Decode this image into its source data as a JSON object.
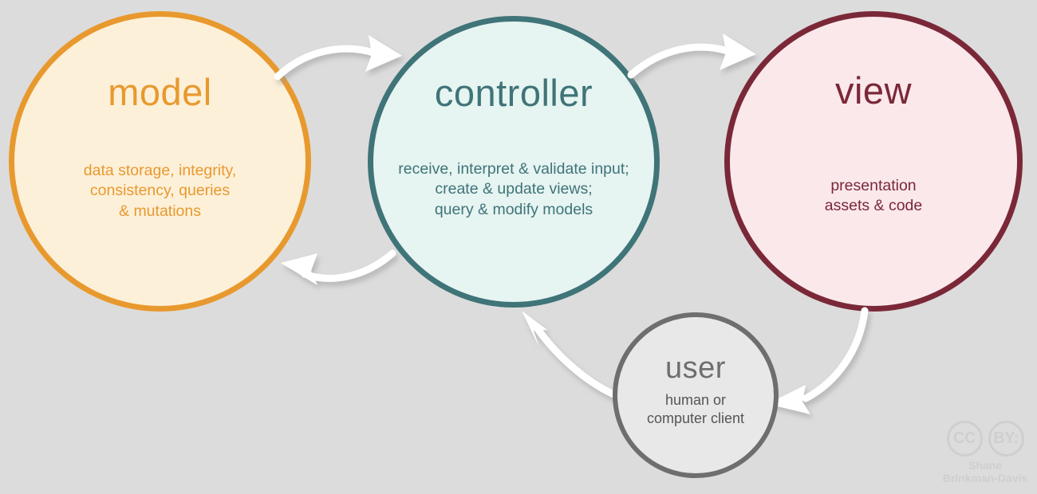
{
  "diagram": {
    "background_color": "#dcdcdc",
    "arrow_color": "#ffffff",
    "nodes": [
      {
        "id": "model",
        "title": "model",
        "description": "data storage, integrity,\nconsistency, queries\n& mutations",
        "border_color": "#e8992e",
        "fill_color": "#fdf0d9"
      },
      {
        "id": "controller",
        "title": "controller",
        "description": "receive, interpret & validate input;\ncreate & update views;\nquery & modify models",
        "border_color": "#3f7478",
        "fill_color": "#e6f4f2"
      },
      {
        "id": "view",
        "title": "view",
        "description": "presentation\nassets & code",
        "border_color": "#7a2838",
        "fill_color": "#fbe8eb"
      },
      {
        "id": "user",
        "title": "user",
        "description": "human or\ncomputer client",
        "border_color": "#6e6e6e",
        "fill_color": "#e8e8e8"
      }
    ],
    "arrows": [
      {
        "id": "model-to-controller",
        "from": "model",
        "to": "controller"
      },
      {
        "id": "controller-to-model",
        "from": "controller",
        "to": "model"
      },
      {
        "id": "controller-to-view",
        "from": "controller",
        "to": "view"
      },
      {
        "id": "view-to-user",
        "from": "view",
        "to": "user"
      },
      {
        "id": "user-to-controller",
        "from": "user",
        "to": "controller"
      }
    ]
  },
  "watermark": {
    "cc_label": "CC",
    "by_label": "BY:",
    "credit": "Shane\nBrinkman-Davis",
    "color": "#cfcfcf"
  }
}
